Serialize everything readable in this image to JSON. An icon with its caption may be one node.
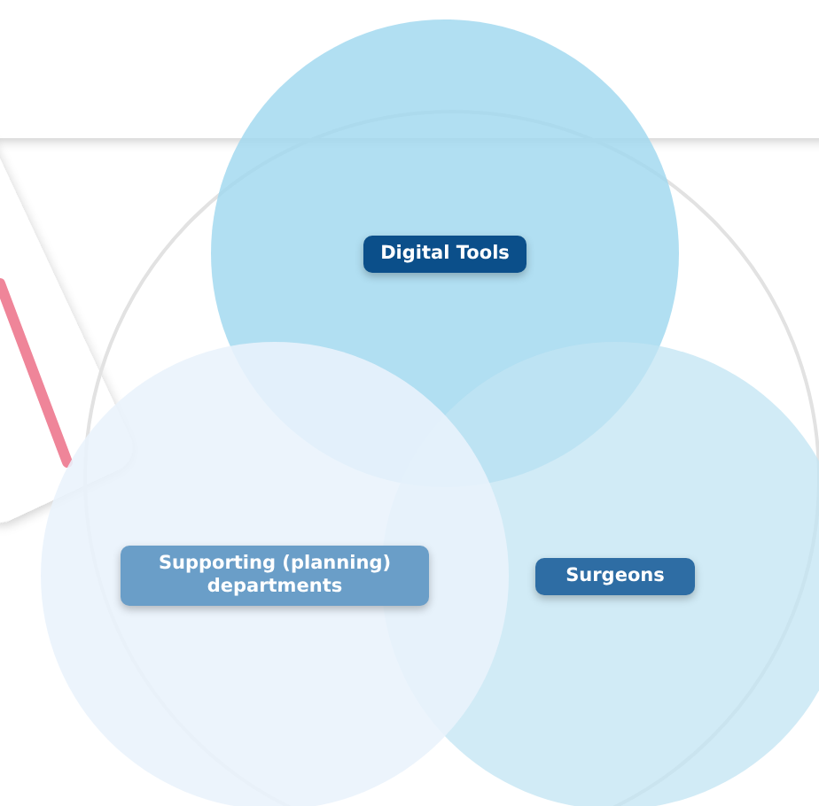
{
  "diagram": {
    "nodes": [
      {
        "text": [
          "Digital Tools"
        ]
      },
      {
        "text": [
          "Supporting (planning) departments"
        ]
      },
      {
        "text": [
          "Surgeons"
        ]
      }
    ]
  }
}
